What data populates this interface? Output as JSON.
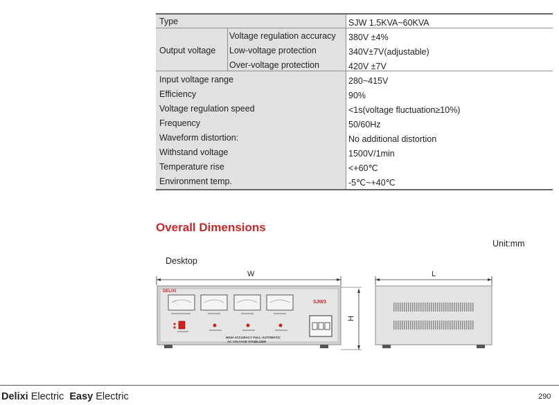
{
  "spec_table": {
    "type_label": "Type",
    "type_value": "SJW 1.5KVA~60KVA",
    "output_voltage_label": "Output voltage",
    "output_rows": [
      {
        "label": "Voltage regulation accuracy",
        "value": "380V ±4%"
      },
      {
        "label": "Low-voltage protection",
        "value": "340V±7V(adjustable)"
      },
      {
        "label": "Over-voltage protection",
        "value": "420V ±7V"
      }
    ],
    "rows": [
      {
        "label": "Input voltage range",
        "value": "280~415V"
      },
      {
        "label": "Efficiency",
        "value": "90%"
      },
      {
        "label": "Voltage regulation speed",
        "value": "<1s(voltage fluctuation≥10%)"
      },
      {
        "label": "Frequency",
        "value": "50/60Hz"
      },
      {
        "label": "Waveform distortion:",
        "value": "No additional distortion"
      },
      {
        "label": "Withstand voltage",
        "value": "1500V/1min"
      },
      {
        "label": "Temperature rise",
        "value": "<+60℃"
      },
      {
        "label": "Environment temp.",
        "value": "-5℃~+40℃"
      }
    ]
  },
  "dimensions": {
    "title": "Overall Dimensions",
    "unit": "Unit:mm",
    "desktop_label": "Desktop",
    "w_label": "W",
    "l_label": "L",
    "h_label": "H",
    "front_panel": {
      "brand": "DELIXI",
      "model": "SJW3",
      "line1": "HIGH ACCURACY FULL-AUTOMATIC",
      "line2": "AC VOLTAGE STABILIZER"
    }
  },
  "footer": {
    "brand1": "Delixi",
    "word1": "Electric",
    "brand2": "Easy",
    "word2": "Electric",
    "page_number": "290"
  }
}
